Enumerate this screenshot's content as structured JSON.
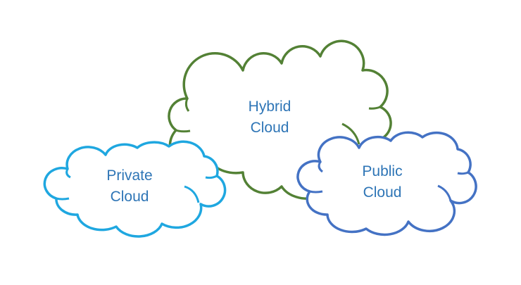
{
  "diagram": {
    "clouds": [
      {
        "id": "hybrid",
        "line1": "Hybrid",
        "line2": "Cloud",
        "stroke_color": "#538135",
        "text_color": "#2e75b6"
      },
      {
        "id": "private",
        "line1": "Private",
        "line2": "Cloud",
        "stroke_color": "#1fa7e0",
        "text_color": "#2e75b6"
      },
      {
        "id": "public",
        "line1": "Public",
        "line2": "Cloud",
        "stroke_color": "#4472c4",
        "text_color": "#2e75b6"
      }
    ]
  }
}
